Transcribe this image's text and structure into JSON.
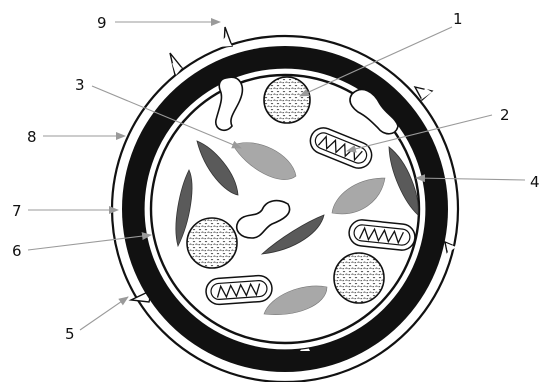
{
  "diagram": {
    "callouts": [
      {
        "id": "1",
        "label": "1"
      },
      {
        "id": "2",
        "label": "2"
      },
      {
        "id": "3",
        "label": "3"
      },
      {
        "id": "4",
        "label": "4"
      },
      {
        "id": "5",
        "label": "5"
      },
      {
        "id": "6",
        "label": "6"
      },
      {
        "id": "7",
        "label": "7"
      },
      {
        "id": "8",
        "label": "8"
      },
      {
        "id": "9",
        "label": "9"
      }
    ],
    "colors": {
      "ink": "#111111",
      "leader": "#9a9a9a",
      "dark_fill": "#5a5a5a",
      "light_fill": "#a8a8a8",
      "background": "#ffffff"
    }
  }
}
